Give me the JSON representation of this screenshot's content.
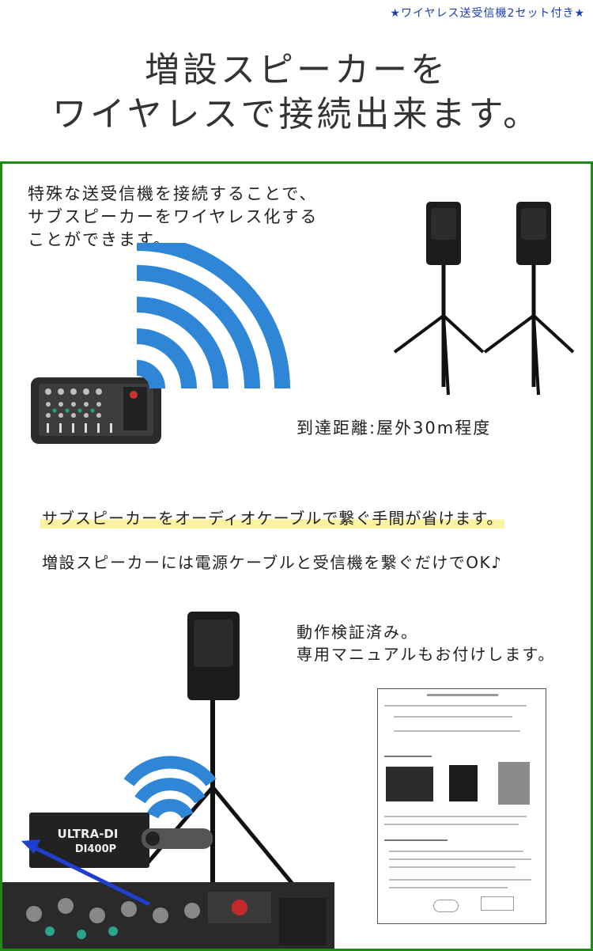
{
  "tag": "★ワイヤレス送受信機2セット付き★",
  "headline": {
    "line1": "増設スピーカーを",
    "line2": "ワイヤレスで接続出来ます。"
  },
  "intro": [
    "特殊な送受信機を接続することで、",
    "サブスピーカーをワイヤレス化する",
    "ことができます。"
  ],
  "range": "到達距離:屋外30m程度",
  "highlight": "サブスピーカーをオーディオケーブルで繋ぐ手間が省けます。",
  "ok_text": "増設スピーカーには電源ケーブルと受信機を繋ぐだけでOK♪",
  "verified": [
    "動作検証済み。",
    "専用マニュアルもお付けします。"
  ],
  "device_label": {
    "line1": "ULTRA-DI",
    "line2": "DI400P"
  },
  "colors": {
    "border": "#1f8a14",
    "wave": "#2f86d6",
    "tag": "#1a3fb0",
    "highlight": "#fbf3a0"
  }
}
